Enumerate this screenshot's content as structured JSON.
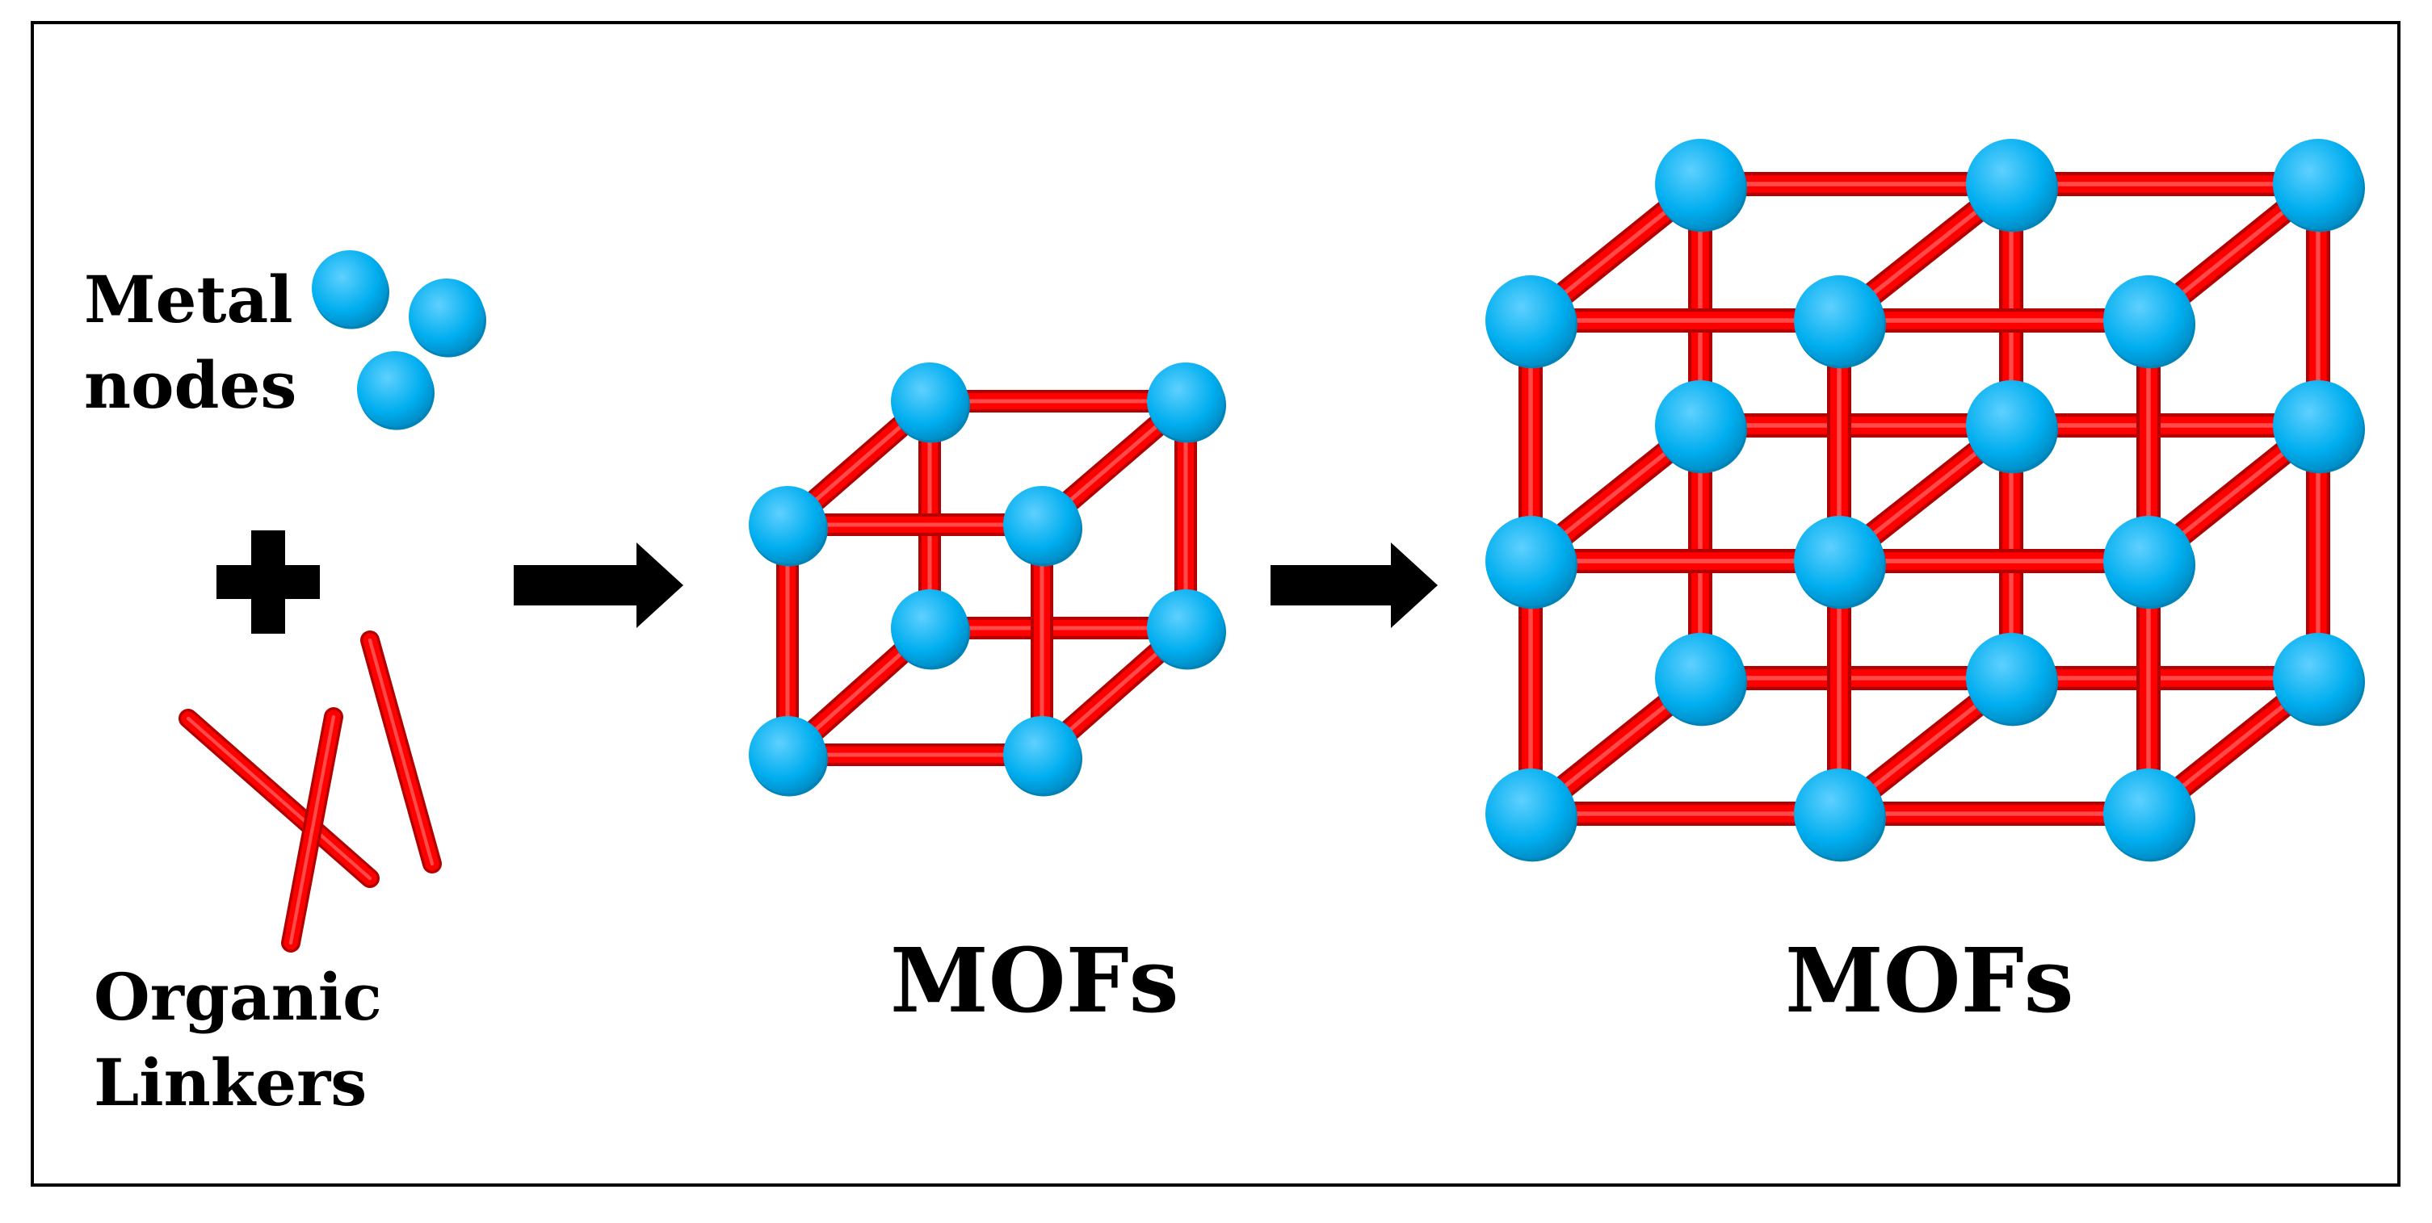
{
  "labels": {
    "metal_nodes": "Metal\nnodes",
    "organic_linkers": "Organic\nLinkers",
    "mofs_small": "MOFs",
    "mofs_large": "MOFs"
  },
  "colors": {
    "node": "#00aeef",
    "node_shadow": "#0084b8",
    "linker": "#ff0000",
    "linker_shadow": "#b30000",
    "arrow": "#000000",
    "frame": "#000000"
  },
  "icons": {
    "plus": "plus-icon",
    "arrow": "right-arrow-icon"
  }
}
